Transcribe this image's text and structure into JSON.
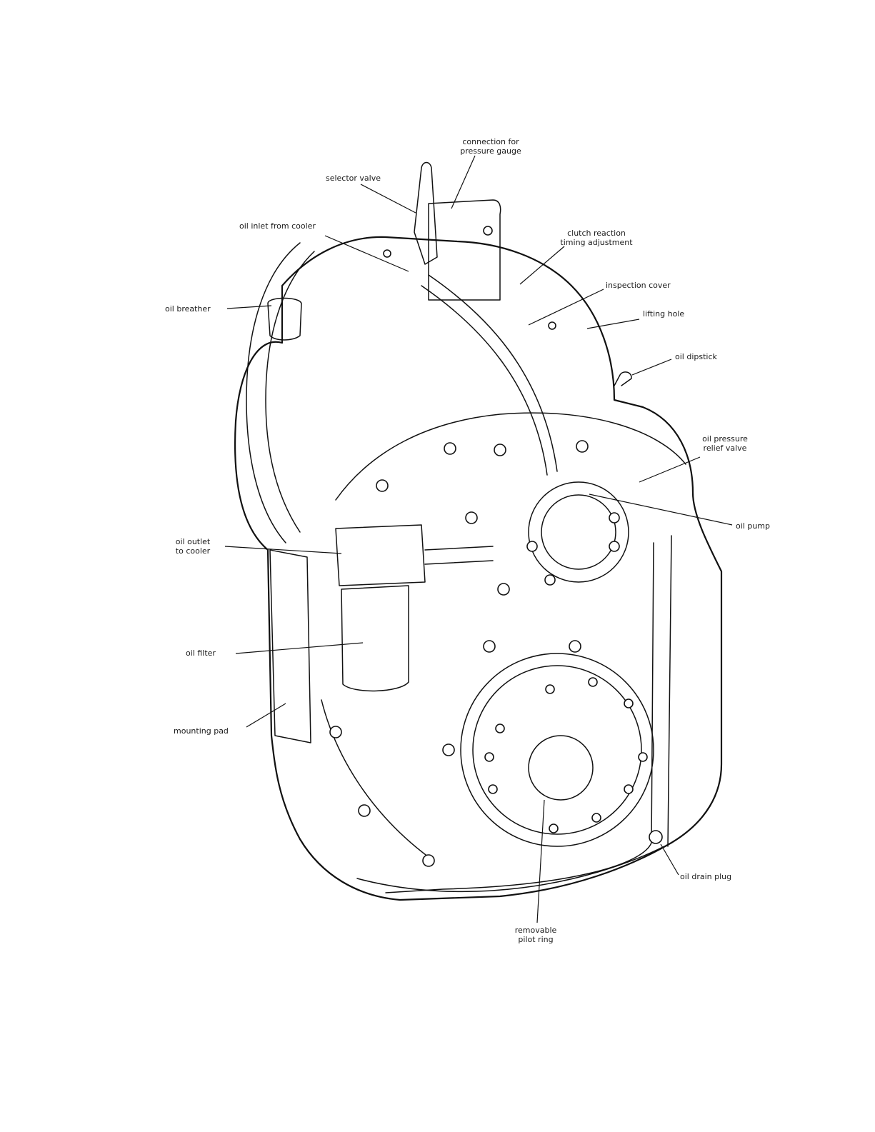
{
  "labels": {
    "connection_pressure_gauge": "connection for\npressure gauge",
    "selector_valve": "selector valve",
    "oil_inlet_from_cooler": "oil inlet from cooler",
    "clutch_reaction": "clutch reaction\ntiming adjustment",
    "inspection_cover": "inspection cover",
    "lifting_hole": "lifting hole",
    "oil_breather": "oil breather",
    "oil_dipstick": "oil dipstick",
    "oil_pressure_relief": "oil pressure\nrelief valve",
    "oil_pump": "oil pump",
    "oil_outlet_to_cooler": "oil outlet\nto cooler",
    "oil_filter": "oil filter",
    "mounting_pad": "mounting pad",
    "oil_drain_plug": "oil drain plug",
    "removable_pilot_ring": "removable\npilot ring"
  }
}
